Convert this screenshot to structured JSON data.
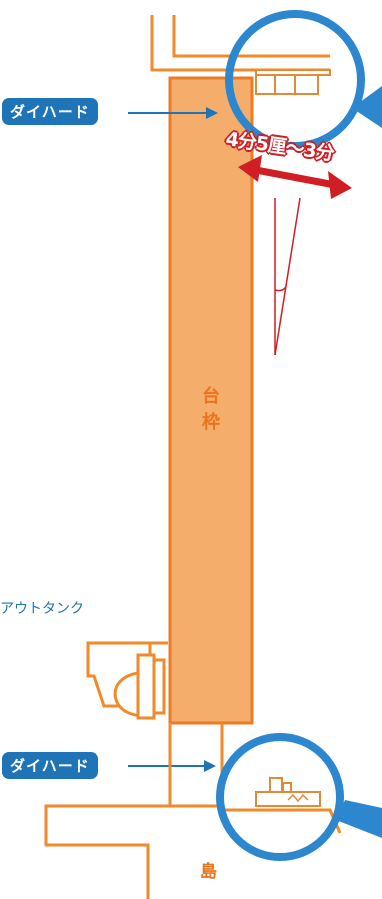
{
  "labels": {
    "die_hard_top": "ダイハード",
    "die_hard_bottom": "ダイハード",
    "gap_range": "4分5厘〜3分",
    "frame_line1": "台",
    "frame_line2": "枠",
    "out_tank": "アウトタンク",
    "island": "島"
  },
  "colors": {
    "frame_fill": "#f4ad6a",
    "frame_stroke": "#ec7b24",
    "outline": "#f08a2a",
    "blue": "#1f73b7",
    "red_arrow": "#cf1f24",
    "circle": "#2c87cf"
  }
}
